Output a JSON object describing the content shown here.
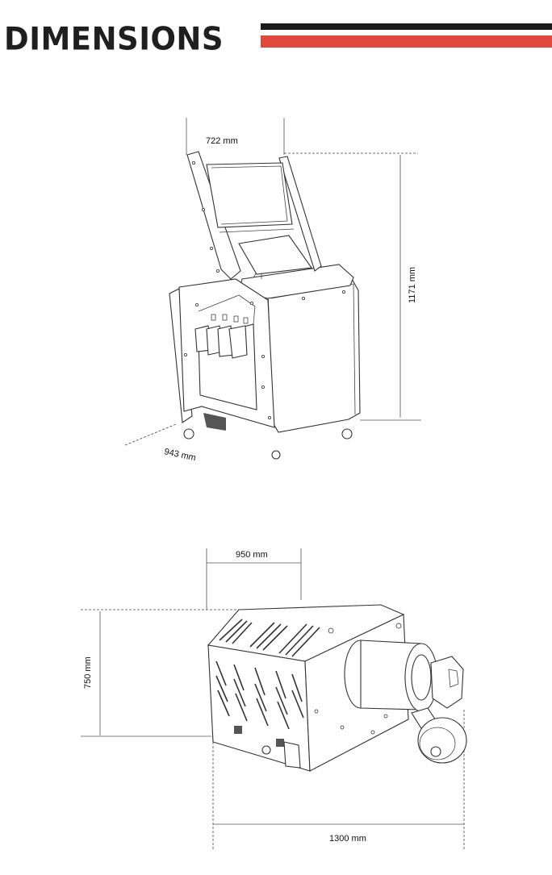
{
  "page": {
    "title": "DIMENSIONS",
    "colors": {
      "title": "#1f1f1f",
      "dark_bar": "#1c1c1c",
      "red_bar": "#e0483e"
    }
  },
  "figure_top": {
    "width_label": "722 mm",
    "height_label": "1171 mm",
    "depth_label": "943 mm"
  },
  "figure_bottom": {
    "width_label": "950 mm",
    "height_label": "750 mm",
    "length_label": "1300 mm"
  }
}
